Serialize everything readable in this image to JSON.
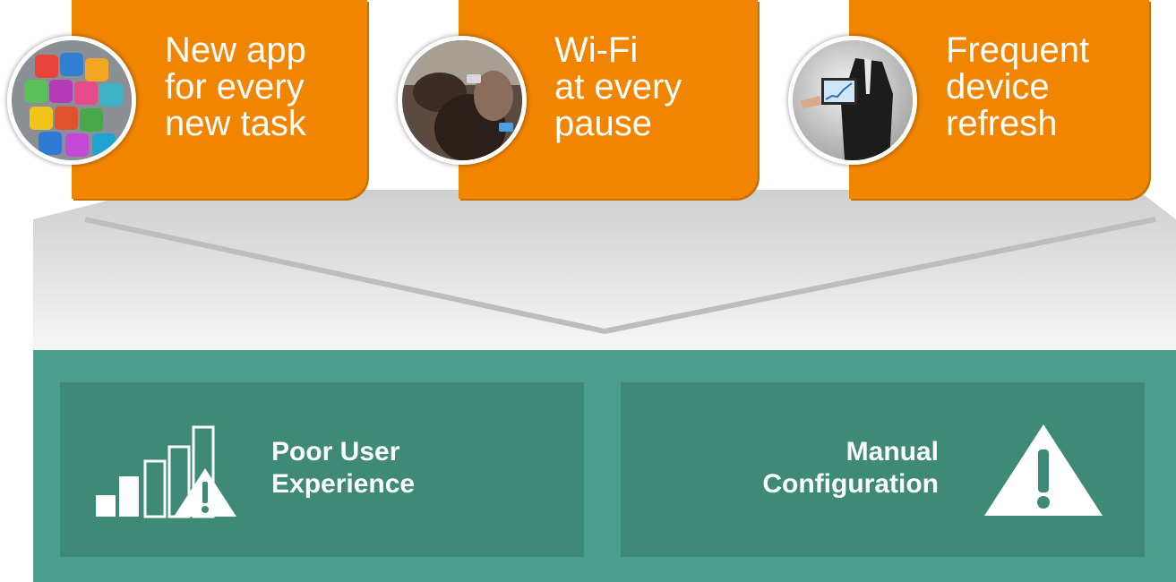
{
  "cards": [
    {
      "label": "New app\nfor every\nnew task",
      "icon": "app-icons-image"
    },
    {
      "label": "Wi-Fi\nat every\npause",
      "icon": "people-with-phones-image"
    },
    {
      "label": "Frequent\ndevice\nrefresh",
      "icon": "businessman-with-tablet-image"
    }
  ],
  "panels": [
    {
      "title": "Poor User\nExperience",
      "icon": "signal-bars-warning-icon"
    },
    {
      "title": "Manual\nConfiguration",
      "icon": "warning-triangle-icon"
    }
  ],
  "colors": {
    "orange": "#f28500",
    "teal": "#4a9e8b",
    "panel": "#3f8a76",
    "funnel_gray": "#d9d9d9"
  }
}
